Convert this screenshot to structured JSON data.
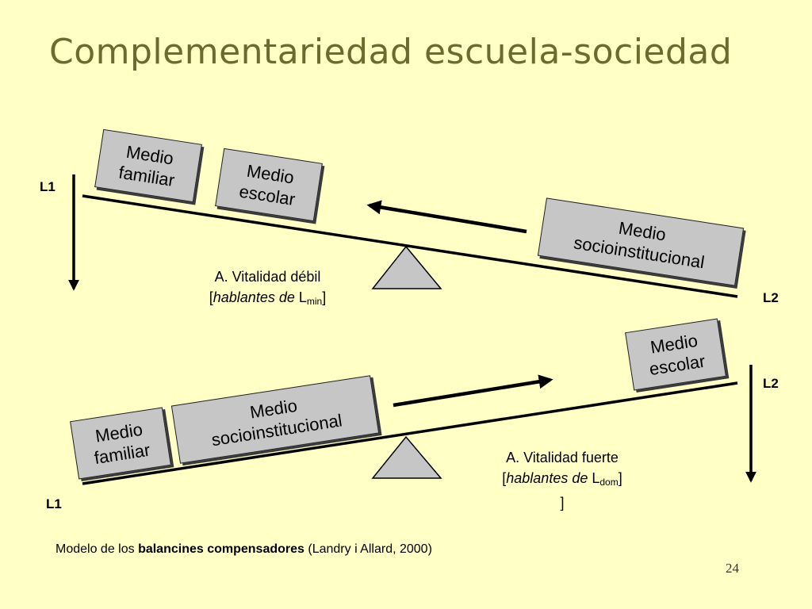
{
  "slide": {
    "title": "Complementariedad escuela-sociedad",
    "page_number": "24"
  },
  "top_seesaw": {
    "box_familiar": "Medio\nfamiliar",
    "box_escolar": "Medio\nescolar",
    "box_socio": "Medio\nsocioinstitucional",
    "label_left": "L1",
    "label_right": "L2",
    "caption_line1": "A.  Vitalidad débil",
    "caption_open": "[",
    "caption_italic": "hablantes de",
    "caption_L": " L",
    "caption_sub": "min",
    "caption_close": "]"
  },
  "bottom_seesaw": {
    "box_familiar": "Medio\nfamiliar",
    "box_socio": "Medio\nsocioinstitucional",
    "box_escolar": "Medio\nescolar",
    "label_left": "L1",
    "label_right": "L2",
    "caption_line1": "A. Vitalidad fuerte",
    "caption_open": "[",
    "caption_italic": "hablantes de",
    "caption_L": " L",
    "caption_sub": "dom",
    "caption_close": "]",
    "caption_line3": "]"
  },
  "footer": {
    "prefix": "Modelo de los ",
    "bold": "balancines compensadores",
    "suffix": " (Landry i Allard, 2000)"
  }
}
